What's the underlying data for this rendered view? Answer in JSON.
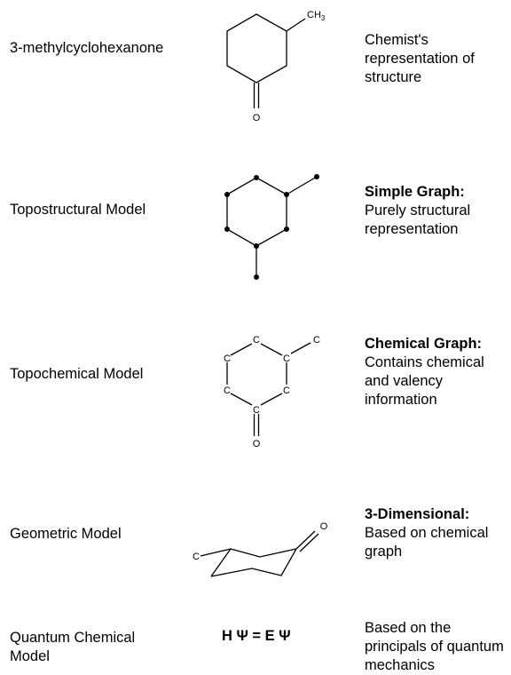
{
  "rows": [
    {
      "model": "3-methylcyclohexanone",
      "heading": "",
      "description": "Chemist's representation of structure"
    },
    {
      "model": "Topostructural  Model",
      "heading": "Simple Graph:",
      "description": "Purely structural representation"
    },
    {
      "model": "Topochemical  Model",
      "heading": "Chemical Graph:",
      "description": "Contains chemical and valency information"
    },
    {
      "model": "Geometric Model",
      "heading": "3-Dimensional:",
      "description": "Based on chemical graph"
    },
    {
      "model": "Quantum  Chemical Model",
      "heading": "",
      "description": "Based on the principals of quantum mechanics"
    }
  ],
  "structures": {
    "methyl_label": "CH",
    "methyl_subscript": "3",
    "oxygen_label": "O",
    "carbon_label": "C"
  },
  "equation": "H Ψ = E Ψ"
}
